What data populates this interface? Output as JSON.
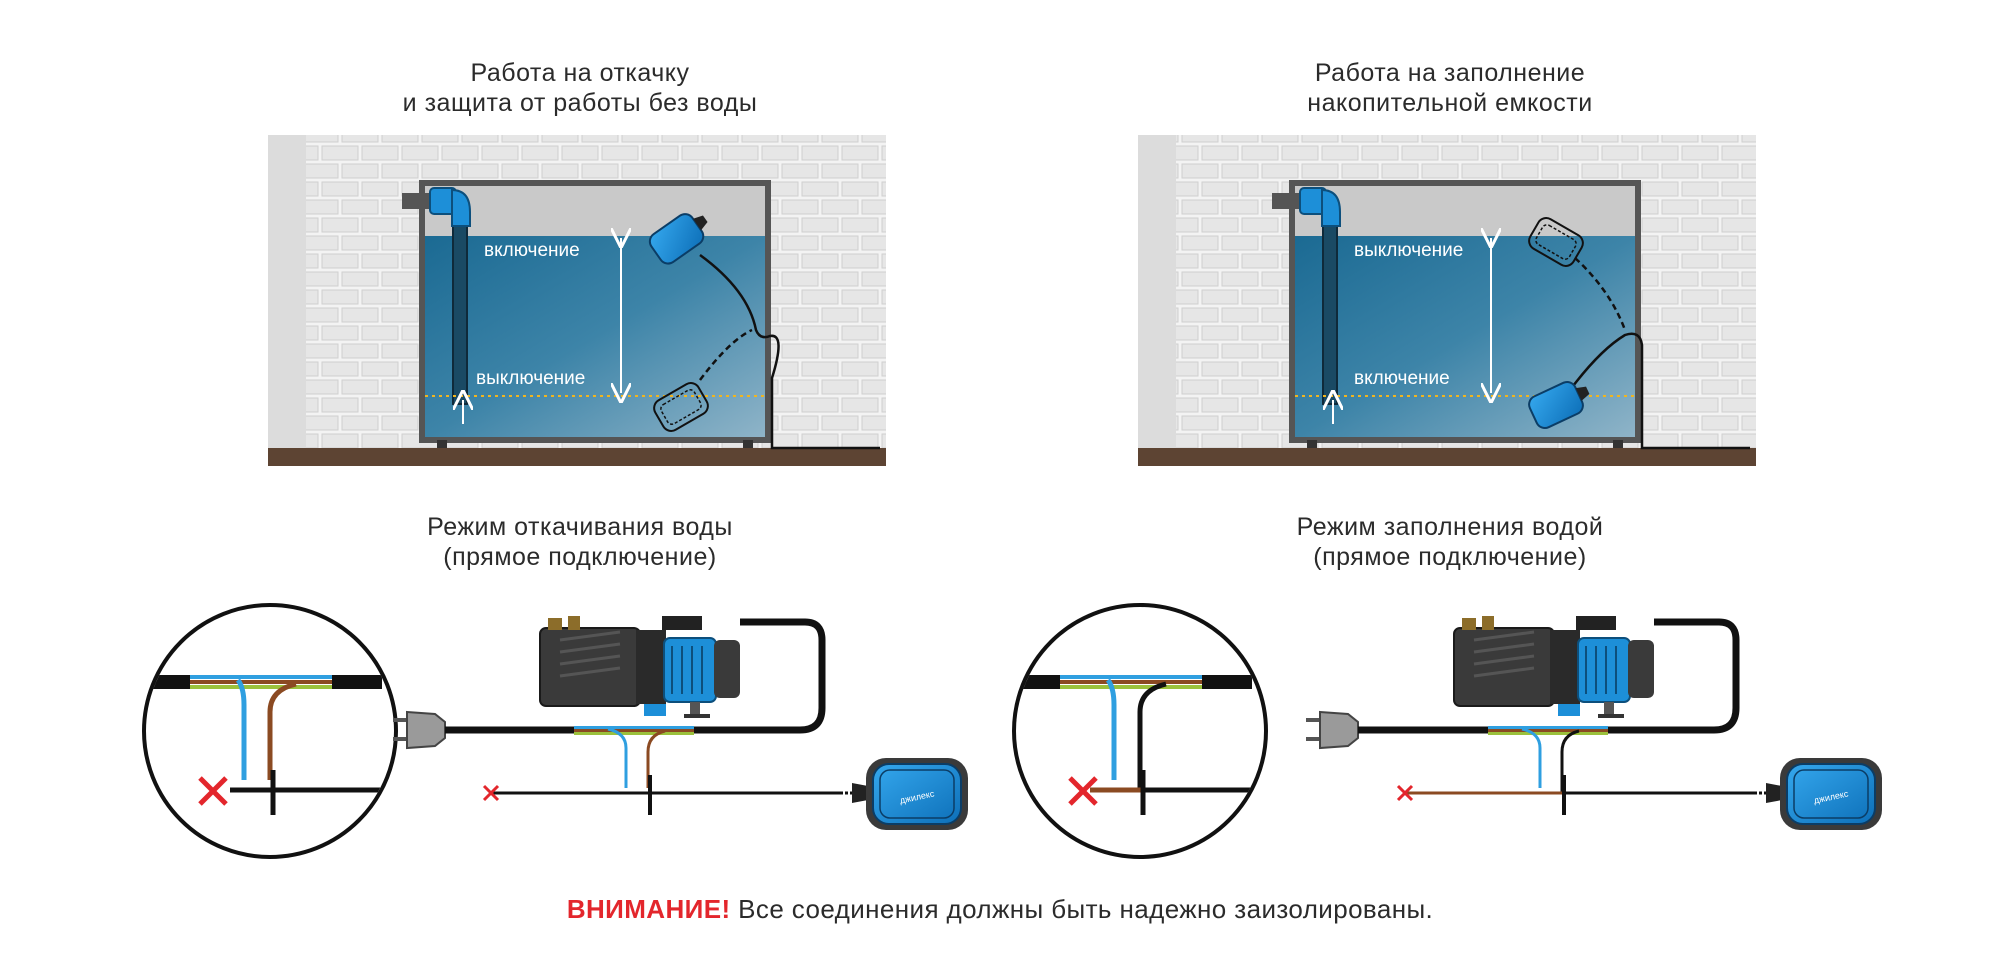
{
  "panels": [
    {
      "title_line1": "Работа на откачку",
      "title_line2": "и защита от работы без воды",
      "label_top": "включение",
      "label_bottom": "выключение"
    },
    {
      "title_line1": "Работа на заполнение",
      "title_line2": "накопительной емкости",
      "label_top": "выключение",
      "label_bottom": "включение"
    }
  ],
  "wiring": [
    {
      "title_line1": "Режим откачивания воды",
      "title_line2": "(прямое подключение)"
    },
    {
      "title_line1": "Режим заполнения водой",
      "title_line2": "(прямое подключение)"
    }
  ],
  "float_logo": "джилекс",
  "warning": {
    "label": "ВНИМАНИЕ!",
    "text": " Все соединения должны быть надежно заизолированы."
  },
  "colors": {
    "water": "#1f6f96",
    "float_blue": "#1d8fd8",
    "brick": "#e9e9e9",
    "ground": "#5d4433",
    "warning_red": "#e3262c",
    "wire_blue": "#2f9fe0",
    "wire_brown": "#8b4a22",
    "wire_green": "#9bc13c"
  }
}
